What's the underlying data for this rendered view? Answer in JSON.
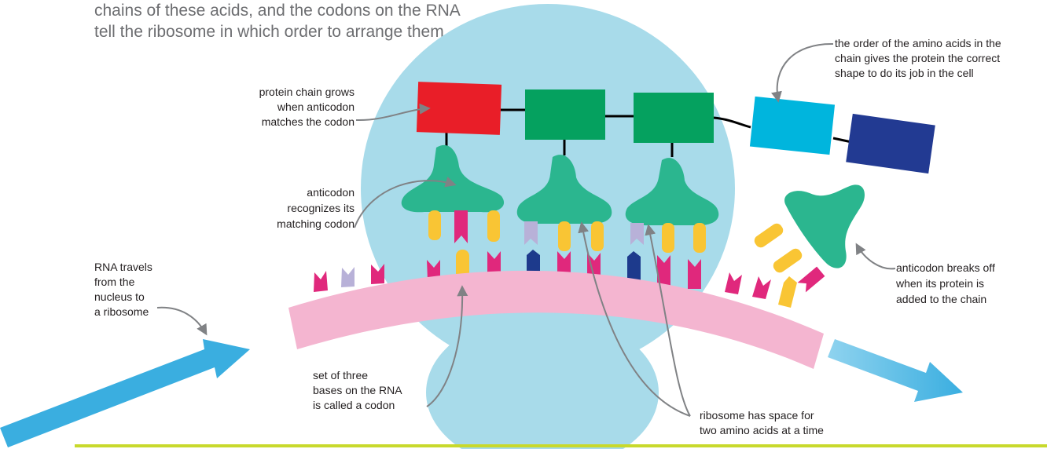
{
  "intro_text": [
    "chains of these acids, and the codons on the RNA",
    "tell the ribosome in which order to arrange them."
  ],
  "labels": {
    "protein_chain": [
      "protein chain grows",
      "when anticodon",
      "matches the codon"
    ],
    "anticodon_recognizes": [
      "anticodon",
      "recognizes its",
      "matching codon"
    ],
    "rna_travels": [
      "RNA travels",
      "from the",
      "nucleus to",
      "a ribosome"
    ],
    "codon": [
      "set of three",
      "bases on the RNA",
      "is called a codon"
    ],
    "ribosome_space": [
      "ribosome has space for",
      "two amino acids at a time"
    ],
    "amino_order": [
      "the order of the amino acids in the",
      "chain gives the protein the correct",
      "shape to do its job in the cell"
    ],
    "anticodon_breaks": [
      "anticodon breaks off",
      "when its protein is",
      "added to the chain"
    ]
  },
  "colors": {
    "ribosome": "#a8dbea",
    "rna_strand": "#f4b5d0",
    "arrow": "#3aaee0",
    "anticodon": "#2bb68f",
    "amino_red": "#e91e28",
    "amino_green": "#05a15f",
    "amino_cyan": "#00b5dd",
    "amino_navy": "#223a92",
    "base_magenta": "#e0287c",
    "base_yellow": "#f9c534",
    "base_lavender": "#b8b1d8",
    "base_navy": "#1d3a8c",
    "rule": "#c8d92c",
    "leader": "#808285"
  }
}
